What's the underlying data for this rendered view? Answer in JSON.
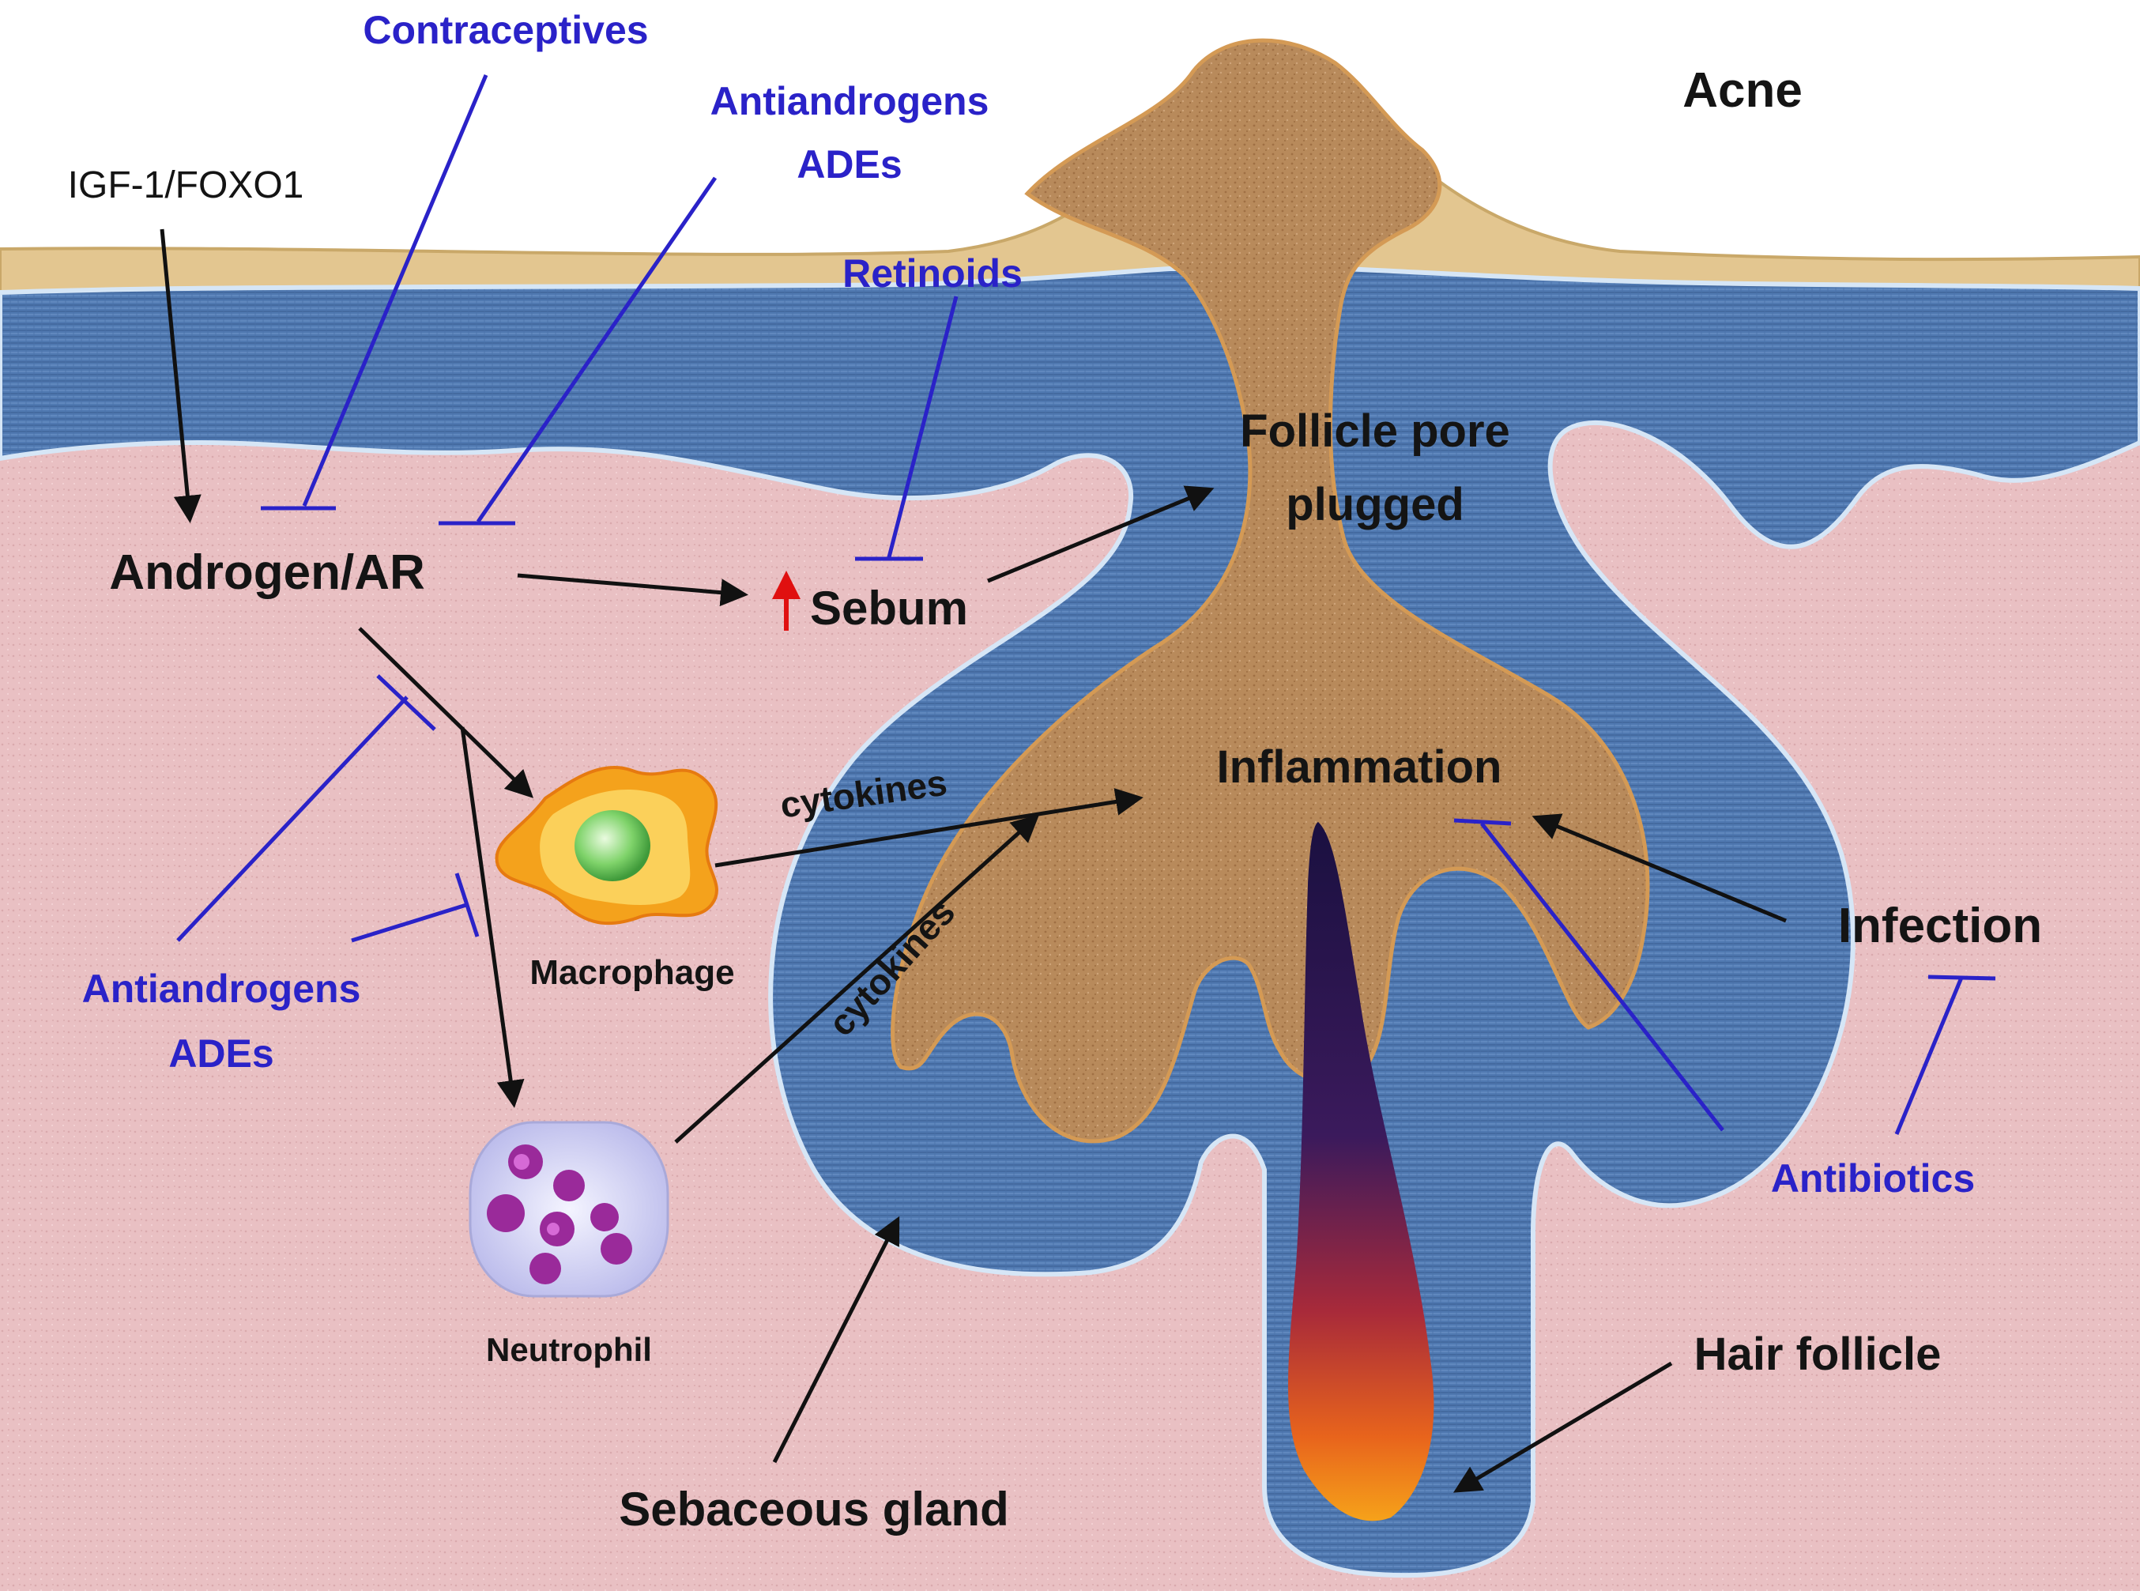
{
  "labels": {
    "contraceptives": "Contraceptives",
    "antiandrogens_top": "Antiandrogens",
    "ades_top": "ADEs",
    "igf1_foxo1": "IGF-1/FOXO1",
    "acne": "Acne",
    "retinoids": "Retinoids",
    "follicle_pore_line1": "Follicle pore",
    "follicle_pore_line2": "plugged",
    "androgen_ar": "Androgen/AR",
    "sebum": "Sebum",
    "cytokines_upper": "cytokines",
    "cytokines_lower": "cytokines",
    "inflammation": "Inflammation",
    "macrophage": "Macrophage",
    "infection": "Infection",
    "antiandrogens_left": "Antiandrogens",
    "ades_left": "ADEs",
    "antibiotics": "Antibiotics",
    "neutrophil": "Neutrophil",
    "hair_follicle": "Hair follicle",
    "sebaceous_gland": "Sebaceous gland"
  },
  "colors": {
    "drug_text": "#2a22c8",
    "label_text": "#141414",
    "increase_arrow": "#e01010",
    "dermis": "#e8bfc2",
    "epidermis": "#4f79b0",
    "stratum_corneum": "#e3c690",
    "sebum_plug": "#b98a5c",
    "macrophage_body": "#f4a21c",
    "macrophage_nucleus": "#6cc85c",
    "neutrophil_cell": "#c8c8f0",
    "neutrophil_granules": "#9a2a9a"
  },
  "icons": {
    "increase": "up-arrow-icon",
    "macrophage": "macrophage-cell-icon",
    "neutrophil": "neutrophil-cell-icon",
    "hair": "hair-shaft-icon"
  }
}
